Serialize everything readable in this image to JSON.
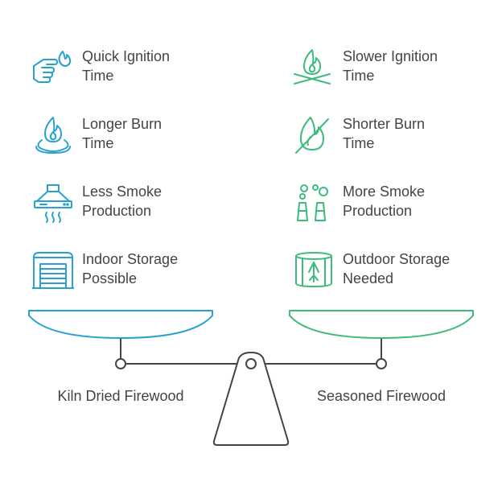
{
  "left": {
    "title": "Kiln Dried Firewood",
    "color": "#2aa2cf",
    "items": [
      {
        "line1": "Quick Ignition",
        "line2": "Time",
        "icon": "hand-fire-icon"
      },
      {
        "line1": "Longer Burn",
        "line2": "Time",
        "icon": "campfire-icon"
      },
      {
        "line1": "Less Smoke",
        "line2": "Production",
        "icon": "range-hood-icon"
      },
      {
        "line1": "Indoor Storage",
        "line2": "Possible",
        "icon": "garage-icon"
      }
    ]
  },
  "right": {
    "title": "Seasoned Firewood",
    "color": "#3dbb7c",
    "items": [
      {
        "line1": "Slower Ignition",
        "line2": "Time",
        "icon": "bonfire-icon"
      },
      {
        "line1": "Shorter Burn",
        "line2": "Time",
        "icon": "no-fire-icon"
      },
      {
        "line1": "More Smoke",
        "line2": "Production",
        "icon": "chimney-smoke-icon"
      },
      {
        "line1": "Outdoor Storage",
        "line2": "Needed",
        "icon": "wood-rack-icon"
      }
    ]
  },
  "scale_color": "#444444"
}
